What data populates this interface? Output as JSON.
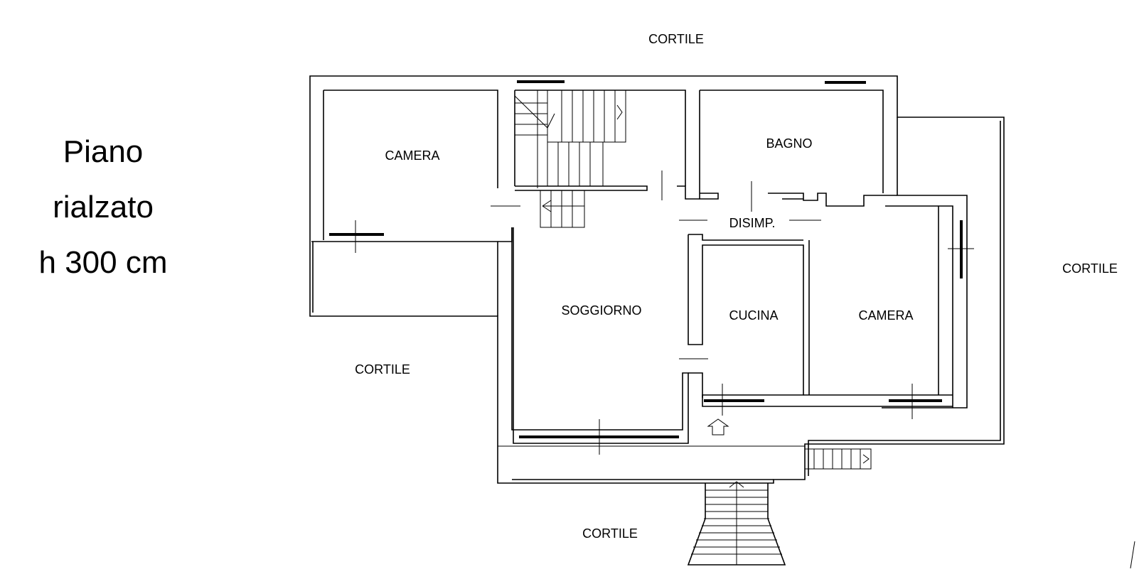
{
  "title": {
    "line1": "Piano",
    "line2": "rialzato",
    "line3": "h 300 cm"
  },
  "labels": {
    "cortile_top": "CORTILE",
    "cortile_right": "CORTILE",
    "cortile_left": "CORTILE",
    "cortile_bottom": "CORTILE",
    "camera_left": "CAMERA",
    "bagno": "BAGNO",
    "disimpegno": "DISIMP.",
    "soggiorno": "SOGGIORNO",
    "cucina": "CUCINA",
    "camera_right": "CAMERA"
  }
}
